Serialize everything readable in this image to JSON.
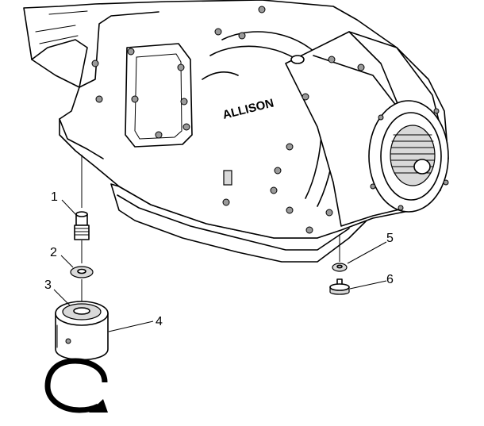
{
  "callouts": [
    {
      "id": "1",
      "label": "1"
    },
    {
      "id": "2",
      "label": "2"
    },
    {
      "id": "3",
      "label": "3"
    },
    {
      "id": "4",
      "label": "4"
    },
    {
      "id": "5",
      "label": "5"
    },
    {
      "id": "6",
      "label": "6"
    }
  ],
  "transmission": {
    "case_lettering": "ALLISON"
  }
}
